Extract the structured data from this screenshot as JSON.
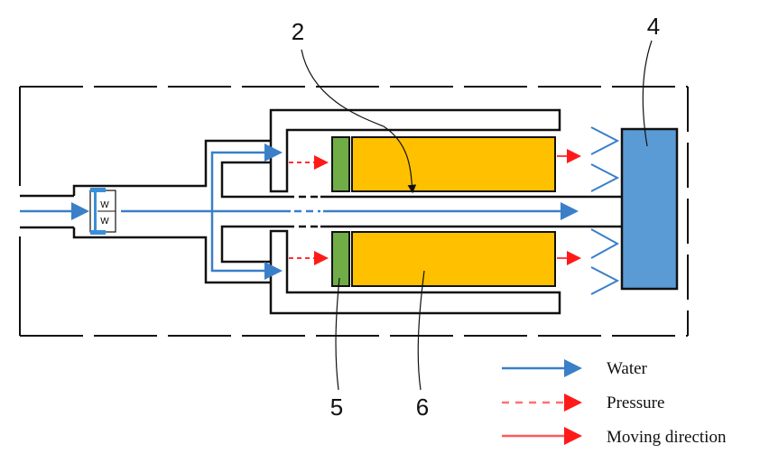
{
  "labels": {
    "part2": "2",
    "part4": "4",
    "part5": "5",
    "part6": "6"
  },
  "legend": [
    {
      "label": "Water",
      "style": "solid",
      "color": "#3a7fc8"
    },
    {
      "label": "Pressure",
      "style": "dashed",
      "color": "#ff7070"
    },
    {
      "label": "Moving direction",
      "style": "solid",
      "color": "#ff5a5a"
    }
  ],
  "colors": {
    "water": "#3a7fc8",
    "pressure": "#ff2020",
    "piston": "#70ad47",
    "block": "#ffc000",
    "target": "#5b9bd5"
  },
  "valve": {
    "spring_glyph": "W"
  }
}
